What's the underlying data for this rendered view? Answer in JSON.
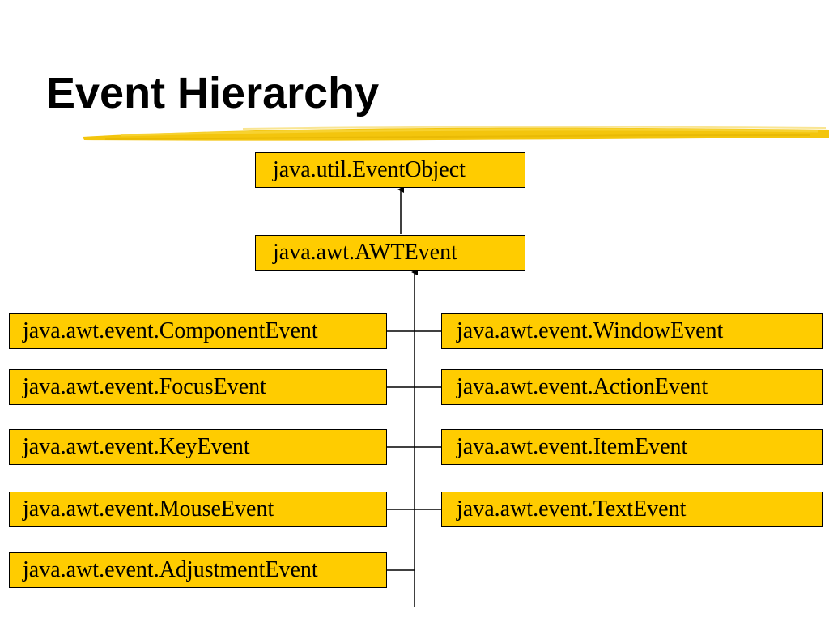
{
  "slide": {
    "title": "Event Hierarchy"
  },
  "diagram": {
    "root": "java.util.EventObject",
    "awt_event": "java.awt.AWTEvent",
    "left_column": [
      "java.awt.event.ComponentEvent",
      "java.awt.event.FocusEvent",
      "java.awt.event.KeyEvent",
      "java.awt.event.MouseEvent",
      "java.awt.event.AdjustmentEvent"
    ],
    "right_column": [
      "java.awt.event.WindowEvent",
      "java.awt.event.ActionEvent",
      "java.awt.event.ItemEvent",
      "java.awt.event.TextEvent"
    ]
  },
  "colors": {
    "box_fill": "#ffcc00",
    "brush_stroke": "#f2c200",
    "line": "#000000",
    "background": "#ffffff"
  }
}
